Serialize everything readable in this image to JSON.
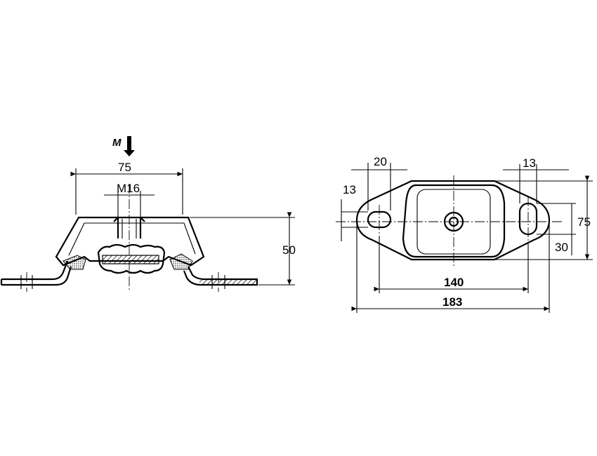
{
  "side_view": {
    "load_label": "M",
    "dim_top_width": "75",
    "dim_thread": "M16",
    "dim_height": "50"
  },
  "top_view": {
    "dim_slot_offset": "20",
    "dim_slot_width_left": "13",
    "dim_slot_width_right": "13",
    "dim_slot_length": "30",
    "dim_width": "75",
    "dim_hole_spacing": "140",
    "dim_overall_length": "183"
  }
}
